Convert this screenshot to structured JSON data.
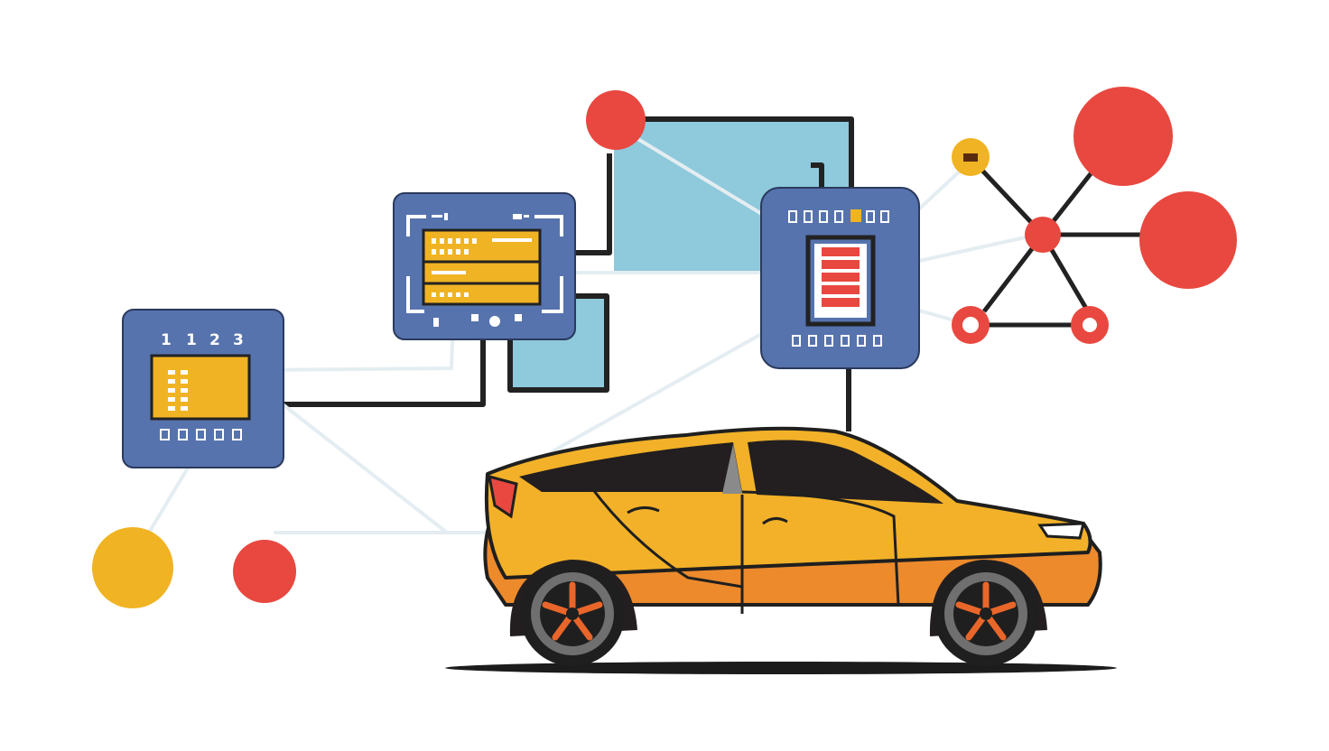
{
  "illustration": {
    "colors": {
      "background": "#ffffff",
      "module_blue": "#5673ad",
      "chip_yellow": "#f0b323",
      "node_red": "#e8483f",
      "node_yellow": "#f0b323",
      "panel_light_blue": "#8ec9dc",
      "wire_dark": "#222222",
      "wire_light": "#e6eef2",
      "car_body": "#f2b128",
      "car_lower": "#ec8a2c",
      "car_glass": "#231f20",
      "wheel_tire": "#6f6f6f",
      "wheel_rim": "#e9662a"
    },
    "module_left_labels": [
      "1",
      "1",
      "2",
      "3"
    ]
  }
}
